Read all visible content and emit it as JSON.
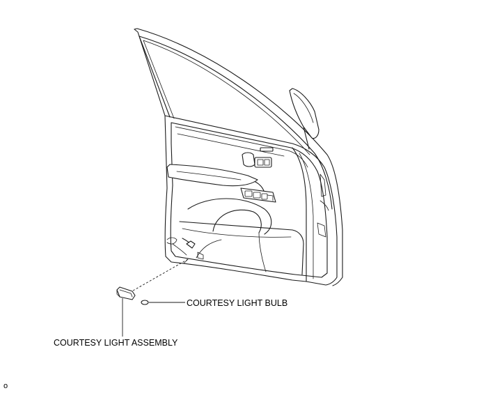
{
  "labels": {
    "bulb": "COURTESY LIGHT BULB",
    "assembly": "COURTESY LIGHT ASSEMBLY"
  },
  "figure_code": "o",
  "icons": [
    "door-panel-drawing",
    "courtesy-light-assembly-part",
    "courtesy-light-bulb-part"
  ]
}
